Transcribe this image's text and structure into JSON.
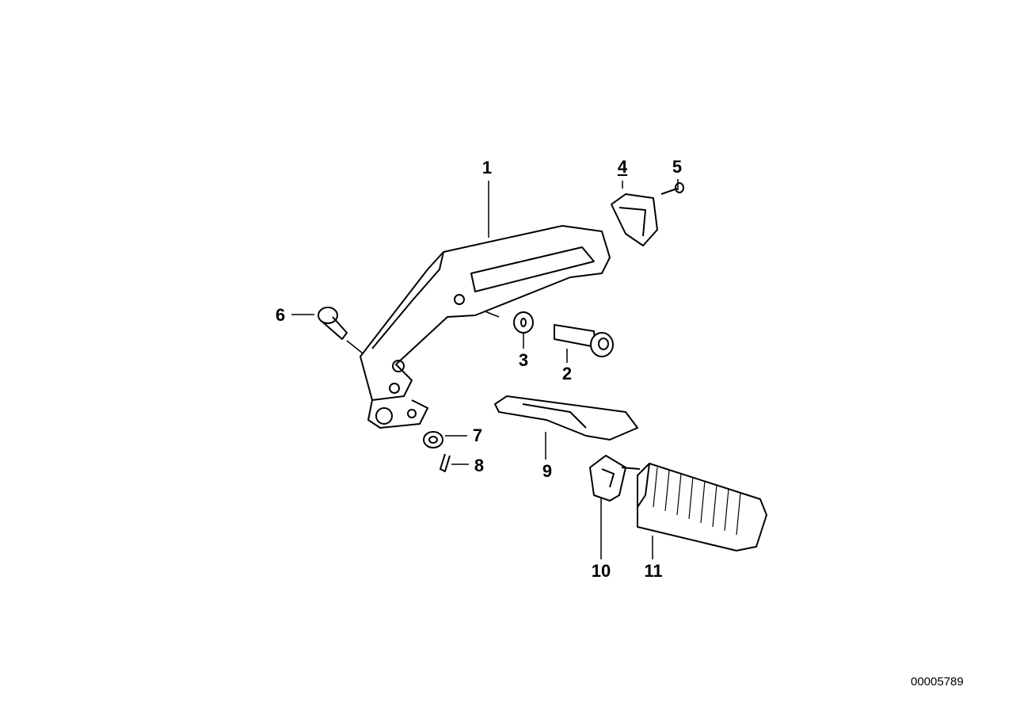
{
  "diagram": {
    "callouts": [
      {
        "id": "1",
        "label": "1"
      },
      {
        "id": "2",
        "label": "2"
      },
      {
        "id": "3",
        "label": "3"
      },
      {
        "id": "4",
        "label": "4"
      },
      {
        "id": "5",
        "label": "5"
      },
      {
        "id": "6",
        "label": "6"
      },
      {
        "id": "7",
        "label": "7"
      },
      {
        "id": "8",
        "label": "8"
      },
      {
        "id": "9",
        "label": "9"
      },
      {
        "id": "10",
        "label": "10"
      },
      {
        "id": "11",
        "label": "11"
      }
    ],
    "drawing_number": "00005789"
  }
}
